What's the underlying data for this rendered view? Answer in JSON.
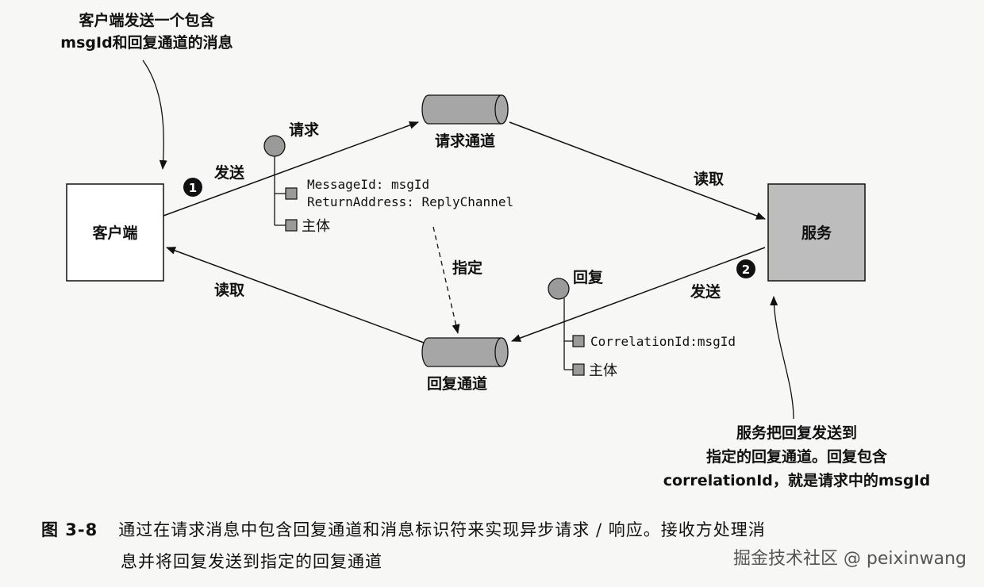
{
  "annotations": {
    "client_note_line1": "客户端发送一个包含",
    "client_note_line2": "msgId和回复通道的消息",
    "service_note_line1": "服务把回复发送到",
    "service_note_line2": "指定的回复通道。回复包含",
    "service_note_line3": "correlationId，就是请求中的msgId"
  },
  "nodes": {
    "client": "客户端",
    "service": "服务",
    "request_channel": "请求通道",
    "reply_channel": "回复通道"
  },
  "edges": {
    "send_request": "发送",
    "read_request": "读取",
    "send_reply": "发送",
    "read_reply": "读取",
    "specify": "指定"
  },
  "steps": {
    "one": "1",
    "two": "2"
  },
  "request_message": {
    "title": "请求",
    "header1": "MessageId: msgId",
    "header2": "ReturnAddress: ReplyChannel",
    "body": "主体"
  },
  "reply_message": {
    "title": "回复",
    "header1": "CorrelationId:msgId",
    "body": "主体"
  },
  "caption": {
    "number": "图 3-8",
    "line1": "通过在请求消息中包含回复通道和消息标识符来实现异步请求 / 响应。接收方处理消",
    "line2": "息并将回复发送到指定的回复通道"
  },
  "watermark": "掘金技术社区 @ peixinwang",
  "colors": {
    "channel_fill": "#a6a6a6",
    "service_fill": "#bdbdbd",
    "marker_fill": "#9a9a9a"
  }
}
